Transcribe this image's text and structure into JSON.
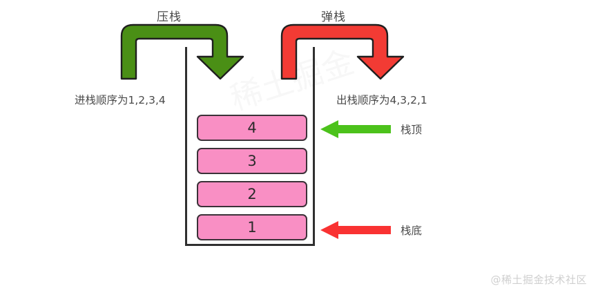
{
  "diagram": {
    "title_push": "压栈",
    "title_pop": "弹栈",
    "push_order_text": "进栈顺序为1,2,3,4",
    "pop_order_text": "出栈顺序为4,3,2,1",
    "stack_items": [
      {
        "value": "4"
      },
      {
        "value": "3"
      },
      {
        "value": "2"
      },
      {
        "value": "1"
      }
    ],
    "pointers": {
      "top_label": "栈顶",
      "bottom_label": "栈底"
    },
    "watermark": "@稀土掘金技术社区",
    "ghost_watermark": "稀土掘金",
    "colors": {
      "push_arrow_fill": "#4a8f15",
      "push_arrow_stroke": "#1f1f1f",
      "pop_arrow_fill": "#f23b34",
      "pop_arrow_stroke": "#1f1f1f",
      "top_pointer": "#4cc21b",
      "bottom_pointer": "#f93232",
      "box_fill": "#f98fc4",
      "box_border": "#3b3138",
      "container_wall": "#2f2f2f",
      "text": "#4a4a4a",
      "watermark": "#cfcfcf"
    }
  }
}
